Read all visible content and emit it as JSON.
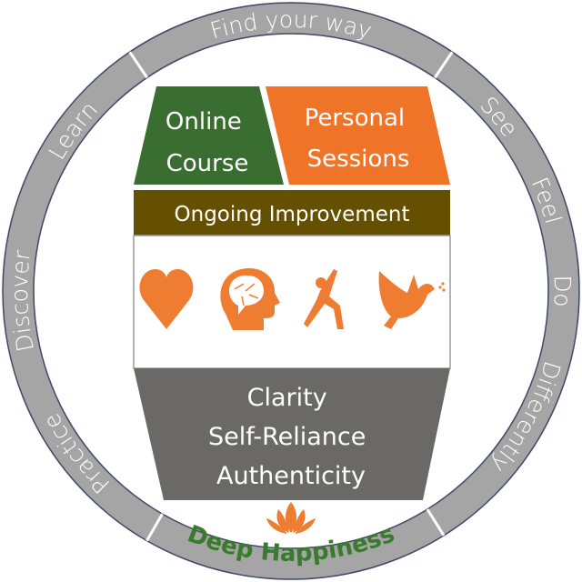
{
  "ring": {
    "top": "Find your way",
    "right": [
      "See",
      "Feel",
      "Do",
      "Differently"
    ],
    "left": [
      "Learn",
      "Discover",
      "Practice"
    ],
    "bottom": "Deep Happiness"
  },
  "blocks": {
    "online_course": [
      "Online",
      "Course"
    ],
    "personal_sessions": [
      "Personal",
      "Sessions"
    ],
    "ongoing_improvement": "Ongoing Improvement",
    "outcomes": [
      "Clarity",
      "Self-Reliance",
      "Authenticity"
    ]
  },
  "icons": [
    "heart-icon",
    "brain-head-icon",
    "yoga-figure-icon",
    "peace-dove-icon",
    "lotus-icon"
  ],
  "colors": {
    "ring": "#a5a5a5",
    "green": "#3a6e30",
    "orange": "#f07427",
    "olive": "#655000",
    "gray_box": "#6b6868",
    "icon_orange": "#ee7d32",
    "deep_happiness": "#3a7a2e"
  }
}
